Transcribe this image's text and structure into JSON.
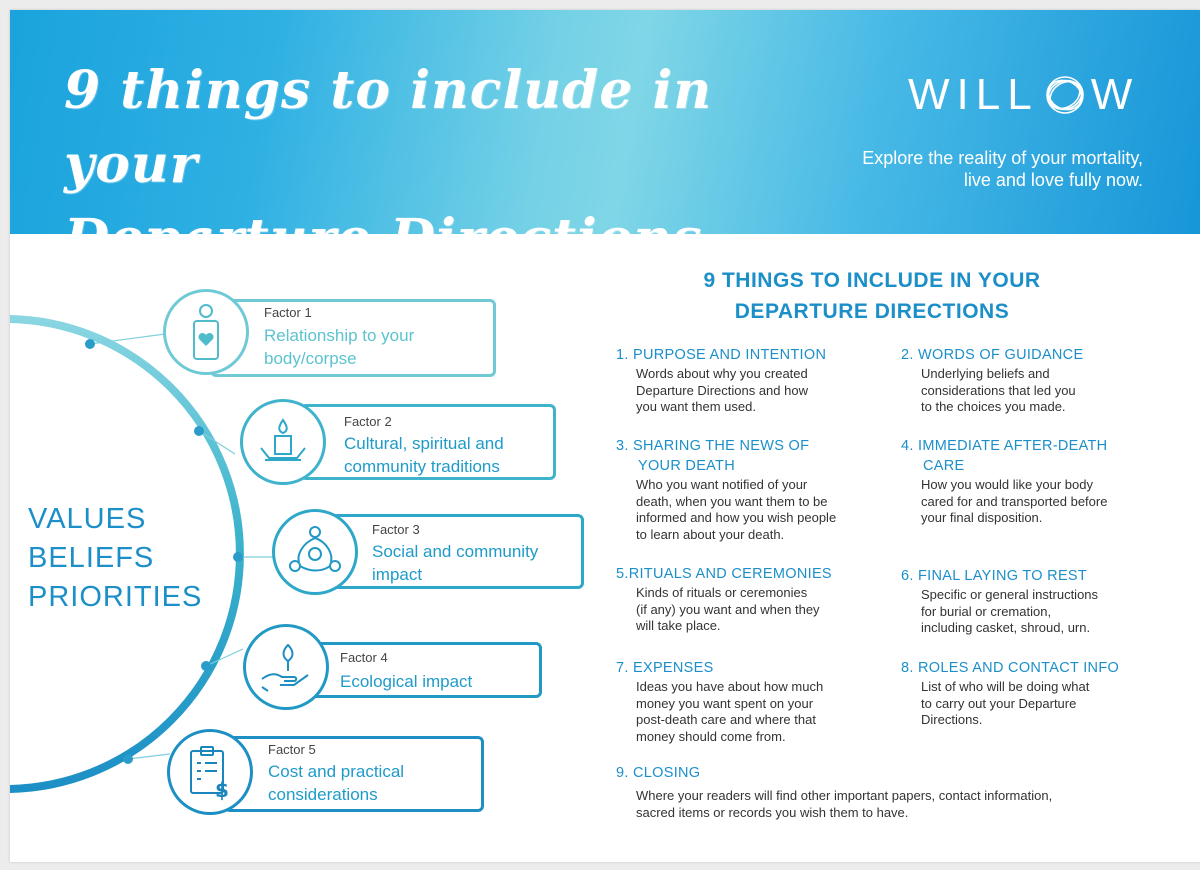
{
  "header": {
    "title_line1": "9 things to include in your",
    "title_line2": "Departure Directions",
    "brand_left": "WILL",
    "brand_right": "W",
    "tagline_line1": "Explore the reality of your mortality,",
    "tagline_line2": "live and love fully now.",
    "colors": {
      "band_dark": "#1796d8",
      "band_light": "#7fd6e6"
    }
  },
  "diagram": {
    "center_lines": [
      "VALUES",
      "BELIEFS",
      "PRIORITIES"
    ],
    "factors": [
      {
        "number": "Factor 1",
        "name_lines": [
          "Relationship to your",
          "body/corpse"
        ],
        "icon": "person-heart-icon",
        "color": "#5cc3cf"
      },
      {
        "number": "Factor 2",
        "name_lines": [
          "Cultural, spiritual and",
          "community traditions"
        ],
        "icon": "candle-hands-icon",
        "color": "#1e9bc8"
      },
      {
        "number": "Factor 3",
        "name_lines": [
          "Social and community",
          "impact"
        ],
        "icon": "community-circle-icon",
        "color": "#1e9bc8"
      },
      {
        "number": "Factor 4",
        "name_lines": [
          "Ecological impact"
        ],
        "icon": "hand-sprout-icon",
        "color": "#1e9bc8"
      },
      {
        "number": "Factor 5",
        "name_lines": [
          "Cost and practical",
          "considerations"
        ],
        "icon": "clipboard-dollar-icon",
        "color": "#1e9bc8"
      }
    ],
    "colors": {
      "arc_light": "#78cfe0",
      "arc_dark": "#1f93c6",
      "accent": "#39b4c9"
    }
  },
  "list": {
    "title_line1": "9 THINGS TO INCLUDE IN YOUR",
    "title_line2": "DEPARTURE DIRECTIONS",
    "items": [
      {
        "head": [
          "1. PURPOSE AND INTENTION"
        ],
        "body": [
          "Words about why you created",
          "Departure Directions and how",
          "you want them used."
        ]
      },
      {
        "head": [
          "2. WORDS OF GUIDANCE"
        ],
        "body": [
          "Underlying beliefs and",
          "considerations that led you",
          "to the choices you made."
        ]
      },
      {
        "head": [
          "3. SHARING THE NEWS OF",
          "YOUR DEATH"
        ],
        "body": [
          "Who you want notified of your",
          "death, when you want them to be",
          "informed and how you wish people",
          "to learn about your death."
        ]
      },
      {
        "head": [
          "4. IMMEDIATE AFTER-DEATH",
          "CARE"
        ],
        "body": [
          "How you would like your body",
          "cared for and transported before",
          "your final disposition."
        ]
      },
      {
        "head": [
          "5.RITUALS AND CEREMONIES"
        ],
        "body": [
          "Kinds of rituals or ceremonies",
          "(if any) you want and when they",
          "will take place."
        ]
      },
      {
        "head": [
          "6. FINAL LAYING TO REST"
        ],
        "body": [
          "Specific or general instructions",
          "for burial or cremation,",
          "including casket, shroud, urn."
        ]
      },
      {
        "head": [
          "7. EXPENSES"
        ],
        "body": [
          "Ideas you have about how much",
          "money you want spent on your",
          "post-death care and where that",
          "money should come from."
        ]
      },
      {
        "head": [
          "8. ROLES AND CONTACT INFO"
        ],
        "body": [
          "List of who will be doing what",
          "to carry out your Departure",
          "Directions."
        ]
      },
      {
        "head": [
          "9. CLOSING"
        ],
        "body": [
          "Where your readers will find other important papers, contact information,",
          "sacred items or records you wish them to have."
        ]
      }
    ]
  }
}
